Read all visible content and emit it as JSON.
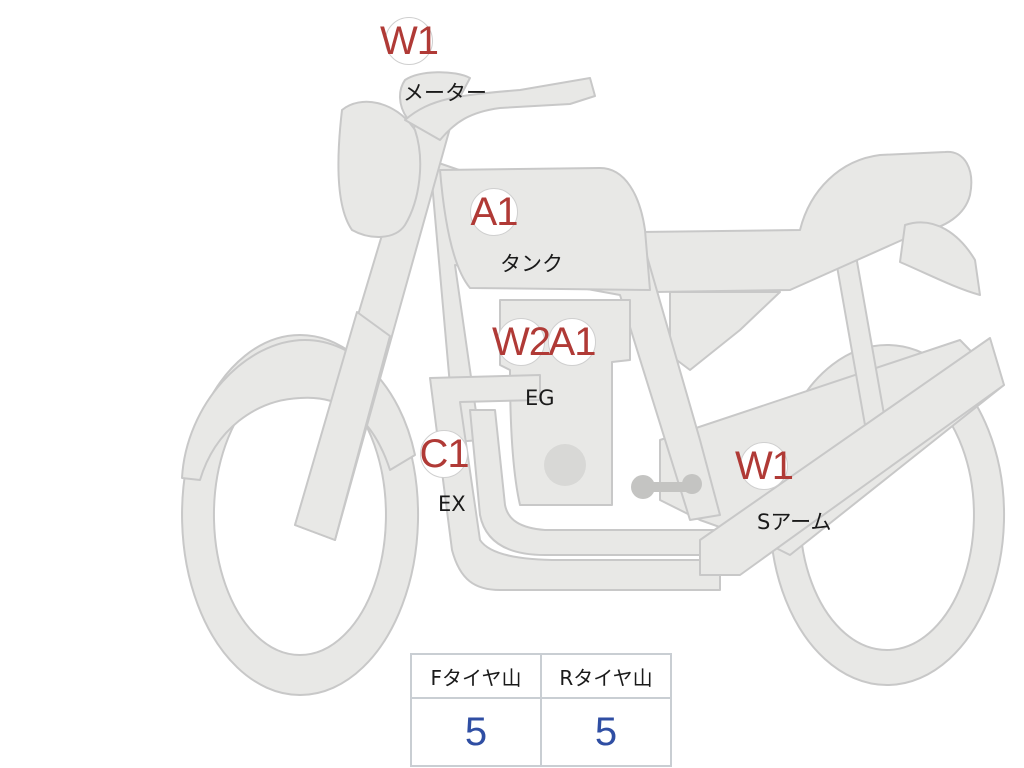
{
  "parts": [
    {
      "id": "meter",
      "grade": "W1",
      "label": "メーター"
    },
    {
      "id": "tank",
      "grade": "A1",
      "label": "タンク"
    },
    {
      "id": "engine",
      "grades": [
        "W2",
        "A1"
      ],
      "label": "EG"
    },
    {
      "id": "exhaust",
      "grade": "C1",
      "label": "EX"
    },
    {
      "id": "swingarm",
      "grade": "W1",
      "label": "Sアーム"
    }
  ],
  "tire_table": {
    "headers": [
      "Fタイヤ山",
      "Rタイヤ山"
    ],
    "values": [
      "5",
      "5"
    ]
  },
  "colors": {
    "silhouette_fill": "#e8e8e6",
    "silhouette_stroke": "#c8c8c8",
    "grade_text": "#b03a36",
    "tire_value_text": "#2f4ea3",
    "table_border": "#c9ced3"
  }
}
